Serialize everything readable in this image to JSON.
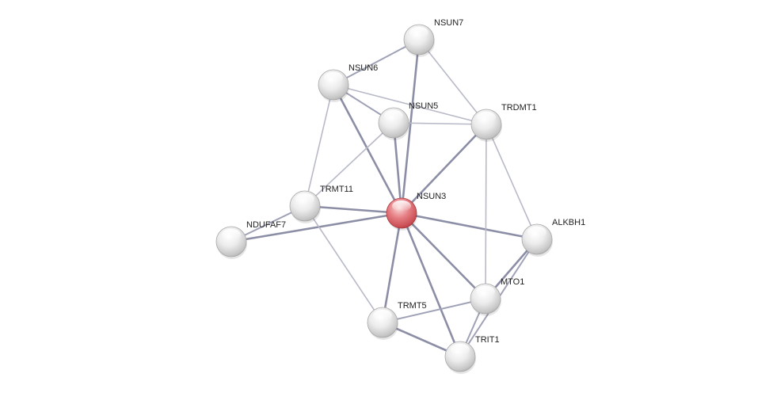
{
  "network": {
    "nodes": [
      {
        "id": "NSUN3",
        "label": "NSUN3",
        "query": true
      },
      {
        "id": "NSUN7",
        "label": "NSUN7",
        "query": false
      },
      {
        "id": "NSUN6",
        "label": "NSUN6",
        "query": false
      },
      {
        "id": "NSUN5",
        "label": "NSUN5",
        "query": false
      },
      {
        "id": "TRDMT1",
        "label": "TRDMT1",
        "query": false
      },
      {
        "id": "TRMT11",
        "label": "TRMT11",
        "query": false
      },
      {
        "id": "NDUFAF7",
        "label": "NDUFAF7",
        "query": false
      },
      {
        "id": "ALKBH1",
        "label": "ALKBH1",
        "query": false
      },
      {
        "id": "MTO1",
        "label": "MTO1",
        "query": false
      },
      {
        "id": "TRMT5",
        "label": "TRMT5",
        "query": false
      },
      {
        "id": "TRIT1",
        "label": "TRIT1",
        "query": false
      }
    ],
    "edges": [
      {
        "source": "NSUN3",
        "target": "NSUN7",
        "strength": "strong"
      },
      {
        "source": "NSUN3",
        "target": "NSUN6",
        "strength": "strong"
      },
      {
        "source": "NSUN3",
        "target": "NSUN5",
        "strength": "strong"
      },
      {
        "source": "NSUN3",
        "target": "TRDMT1",
        "strength": "strong"
      },
      {
        "source": "NSUN3",
        "target": "TRMT11",
        "strength": "strong"
      },
      {
        "source": "NSUN3",
        "target": "NDUFAF7",
        "strength": "strong"
      },
      {
        "source": "NSUN3",
        "target": "ALKBH1",
        "strength": "strong"
      },
      {
        "source": "NSUN3",
        "target": "MTO1",
        "strength": "strong"
      },
      {
        "source": "NSUN3",
        "target": "TRMT5",
        "strength": "strong"
      },
      {
        "source": "NSUN3",
        "target": "TRIT1",
        "strength": "strong"
      },
      {
        "source": "NSUN6",
        "target": "NSUN7",
        "strength": "medium"
      },
      {
        "source": "NSUN6",
        "target": "NSUN5",
        "strength": "medium"
      },
      {
        "source": "NSUN6",
        "target": "TRDMT1",
        "strength": "weak"
      },
      {
        "source": "NSUN6",
        "target": "TRMT11",
        "strength": "weak"
      },
      {
        "source": "NSUN7",
        "target": "TRDMT1",
        "strength": "weak"
      },
      {
        "source": "NSUN5",
        "target": "TRDMT1",
        "strength": "weak"
      },
      {
        "source": "NSUN5",
        "target": "TRMT11",
        "strength": "weak"
      },
      {
        "source": "TRDMT1",
        "target": "MTO1",
        "strength": "weak"
      },
      {
        "source": "TRDMT1",
        "target": "ALKBH1",
        "strength": "weak"
      },
      {
        "source": "TRMT11",
        "target": "NDUFAF7",
        "strength": "medium"
      },
      {
        "source": "TRMT11",
        "target": "TRMT5",
        "strength": "weak"
      },
      {
        "source": "ALKBH1",
        "target": "MTO1",
        "strength": "strong"
      },
      {
        "source": "ALKBH1",
        "target": "TRIT1",
        "strength": "medium"
      },
      {
        "source": "MTO1",
        "target": "TRMT5",
        "strength": "medium"
      },
      {
        "source": "MTO1",
        "target": "TRIT1",
        "strength": "medium"
      },
      {
        "source": "TRMT5",
        "target": "TRIT1",
        "strength": "strong"
      }
    ],
    "colors": {
      "query_node": "#d9565c",
      "partner_node": "#d8d8d8",
      "edge_strong": "#8c8ea6",
      "edge_medium": "#9fa1b6",
      "edge_weak": "#b8bac8",
      "label": "#222222",
      "background": "#ffffff"
    }
  }
}
